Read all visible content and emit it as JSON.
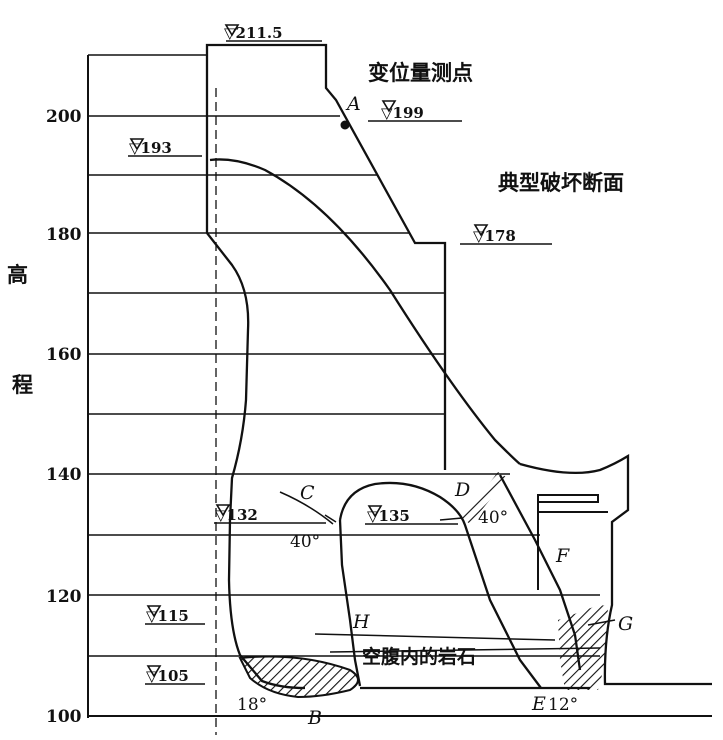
{
  "elevations": {
    "top": "▽211.5",
    "crest_left": "▽193",
    "point_a": "▽199",
    "berm": "▽178",
    "c_level": "▽132",
    "d_level": "▽135",
    "level_115": "▽115",
    "level_105": "▽105"
  },
  "axis": {
    "ticks": [
      "200",
      "180",
      "160",
      "140",
      "120",
      "100"
    ],
    "label_1": "高",
    "label_2": "程"
  },
  "titles": {
    "monitor_point": "变位量测点",
    "failure_section": "典型破坏断面",
    "cavity_rock": "空腹内的岩石"
  },
  "points": {
    "a": "A",
    "b": "B",
    "c": "C",
    "d": "D",
    "e": "E",
    "f": "F",
    "g": "G",
    "h": "H"
  },
  "angles": {
    "c": "40°",
    "d": "40°",
    "b": "18°",
    "e": "12°"
  }
}
